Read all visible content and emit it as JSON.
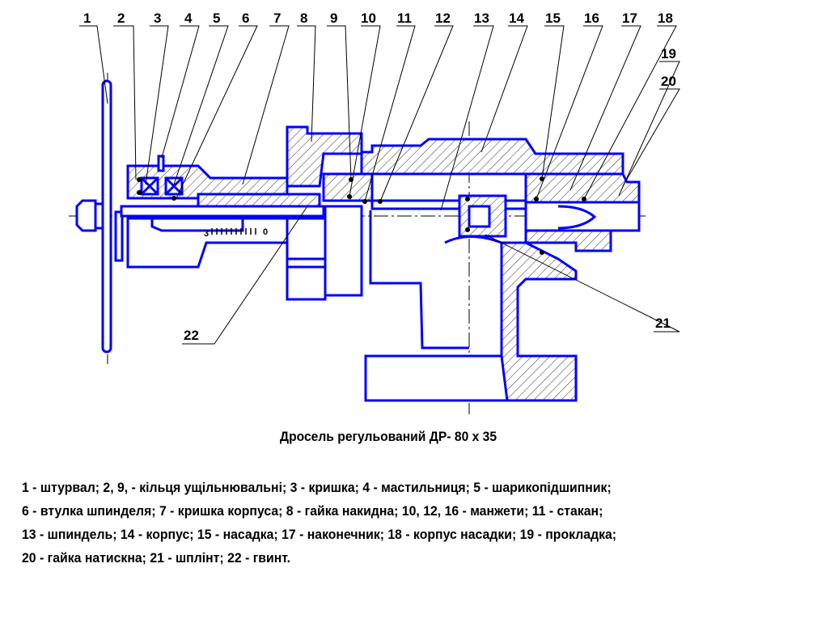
{
  "drawing": {
    "part_labels": [
      "1",
      "2",
      "3",
      "4",
      "5",
      "6",
      "7",
      "8",
      "9",
      "10",
      "11",
      "12",
      "13",
      "14",
      "15",
      "16",
      "17",
      "18",
      "19",
      "20",
      "21",
      "22"
    ],
    "scale_marks": {
      "left": "3",
      "right": "0"
    },
    "line_color": "#0000ff"
  },
  "caption": "Дросель регульований ДР- 80 х 35",
  "legend": [
    "1 - штурвал; 2, 9, - кільця ущільнювальні; 3 - кришка; 4 - мастильниця; 5 - шарикопідшипник;",
    "6 - втулка шпинделя; 7 - кришка корпуса; 8 - гайка накидна; 10, 12, 16 - манжети; 11 - стакан;",
    "13 - шпиндель; 14 - корпус; 15 - насадка; 17 - наконечник; 18 - корпус насадки; 19 - прокладка;",
    "20 - гайка натискна; 21 - шплінт; 22 - гвинт."
  ]
}
